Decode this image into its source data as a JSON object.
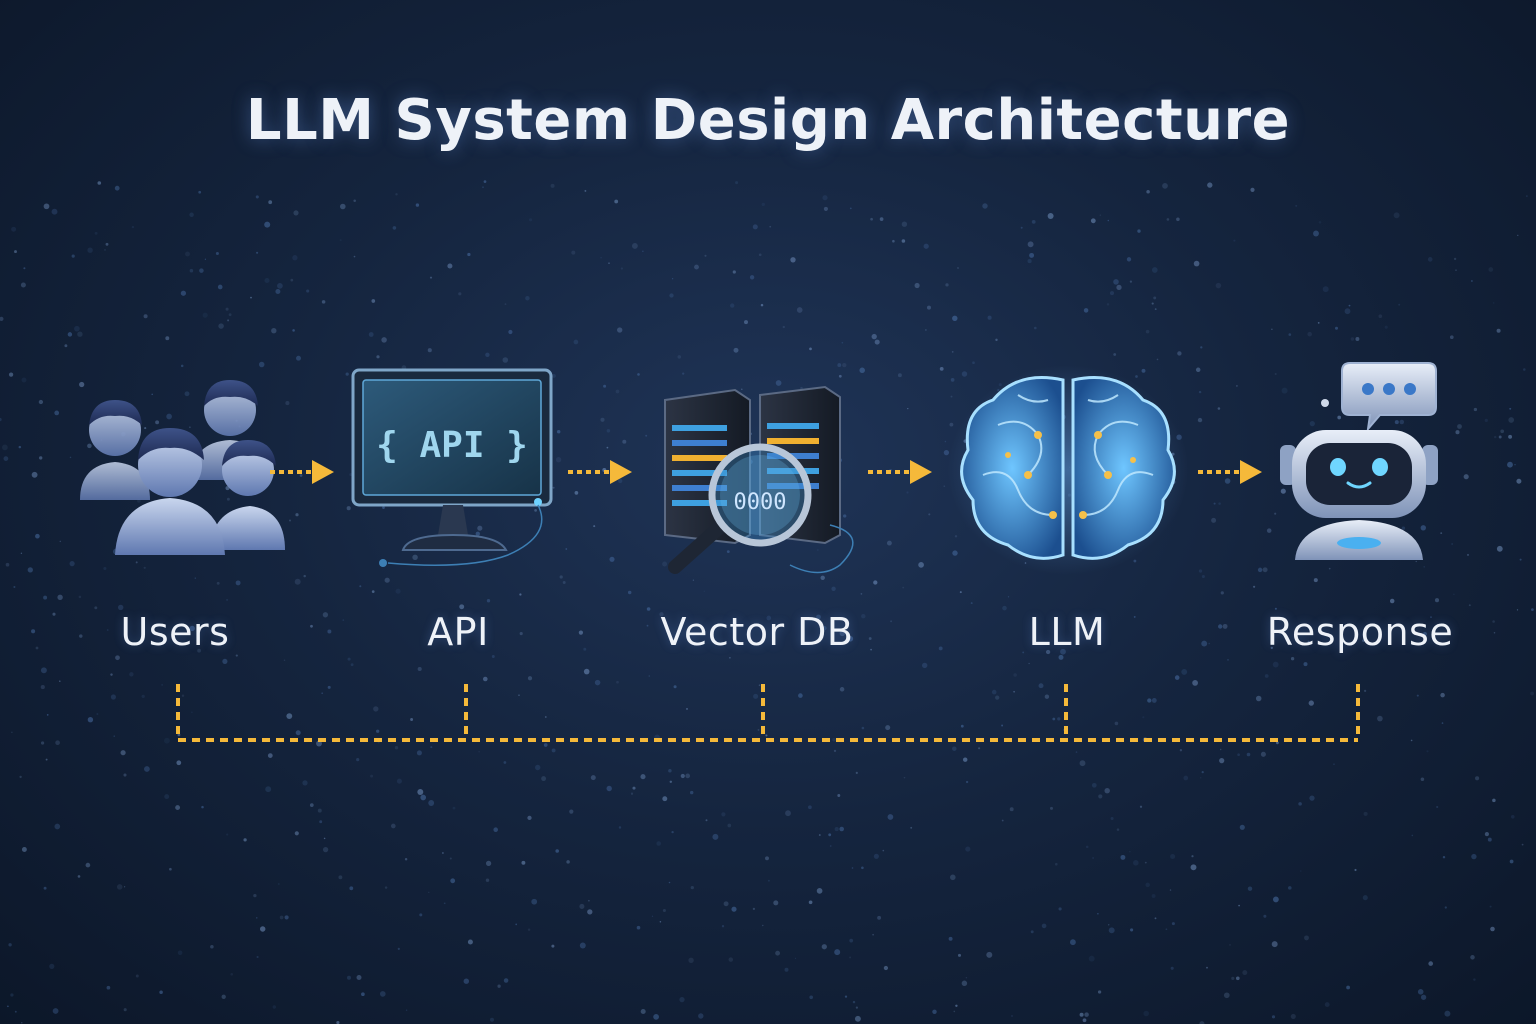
{
  "title": "LLM System Design Architecture",
  "nodes": [
    {
      "label": "Users",
      "icon": "users-icon"
    },
    {
      "label": "API",
      "icon": "api-monitor-icon",
      "screen_text": "{ API }"
    },
    {
      "label": "Vector DB",
      "icon": "vector-db-servers-icon",
      "lens_text": "0000"
    },
    {
      "label": "LLM",
      "icon": "brain-icon"
    },
    {
      "label": "Response",
      "icon": "chatbot-icon"
    }
  ],
  "colors": {
    "accent": "#f5b93a",
    "text": "#eef2f8",
    "glow": "#6fb6ff",
    "background": "#15253f"
  }
}
